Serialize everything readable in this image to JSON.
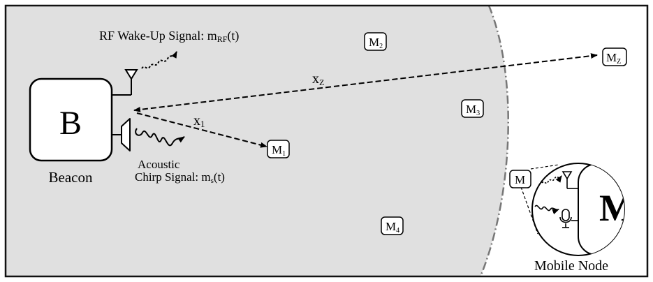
{
  "beacon": {
    "glyph": "B",
    "caption": "Beacon"
  },
  "rf_signal": {
    "label_main": "RF Wake-Up Signal: m",
    "label_sub": "RF",
    "label_tail": "(t)"
  },
  "acoustic_signal": {
    "line1": "Acoustic",
    "line2_main": "Chirp Signal: m",
    "line2_sub": "s",
    "line2_tail": "(t)"
  },
  "distances": {
    "x1_main": "x",
    "x1_sub": "1",
    "xz_main": "x",
    "xz_sub": "Z"
  },
  "nodes": [
    {
      "main": "M",
      "sub": "1"
    },
    {
      "main": "M",
      "sub": "2"
    },
    {
      "main": "M",
      "sub": "3"
    },
    {
      "main": "M",
      "sub": "4"
    },
    {
      "main": "M",
      "sub": "Z"
    }
  ],
  "mobile_node": {
    "small_label": "M",
    "big_glyph": "M",
    "caption": "Mobile Node"
  },
  "colors": {
    "coverage": "#e0e0e0",
    "boundary": "#777777",
    "ink": "#000000"
  }
}
